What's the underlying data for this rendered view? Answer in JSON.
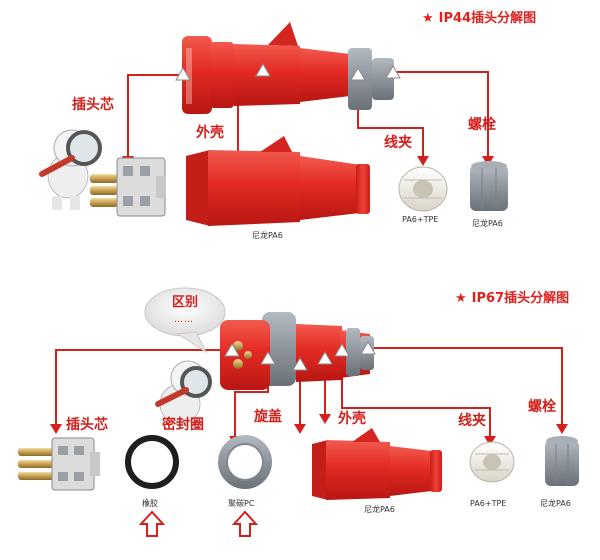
{
  "colors": {
    "red_body": "#e32a24",
    "red_dark": "#b81713",
    "red_light": "#f25a4e",
    "callout_line": "#d4201c",
    "grey_part": "#8d949c",
    "white_part": "#f2efe8",
    "title_red": "#e0221e"
  },
  "section_ip44": {
    "title": "IP44插头分解图",
    "star_icon": "★",
    "labels": {
      "core": "插头芯",
      "shell": "外壳",
      "clamp": "线夹",
      "bolt": "螺栓"
    },
    "materials": {
      "shell": "尼龙PA6",
      "clamp": "PA6+TPE",
      "bolt": "尼龙PA6"
    }
  },
  "section_ip67": {
    "title": "IP67插头分解图",
    "star_icon": "★",
    "bubble": {
      "text": "区别",
      "dots": "……"
    },
    "labels": {
      "core": "插头芯",
      "seal": "密封圈",
      "cap": "旋盖",
      "shell": "外壳",
      "clamp": "线夹",
      "bolt": "螺栓"
    },
    "materials": {
      "seal": "橡胶",
      "cap": "聚碳PC",
      "shell": "尼龙PA6",
      "clamp": "PA6+TPE",
      "bolt": "尼龙PA6"
    }
  }
}
